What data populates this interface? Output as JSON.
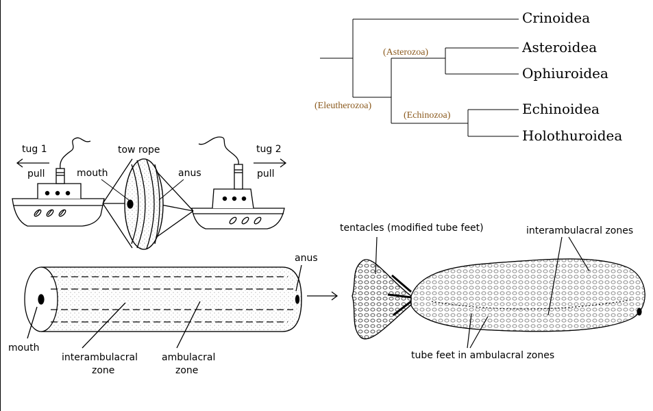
{
  "phylogeny": {
    "taxa": [
      "Crinoidea",
      "Asteroidea",
      "Ophiuroidea",
      "Echinoidea",
      "Holothuroidea"
    ],
    "clades": {
      "eleutherozoa": "(Eleutherozoa)",
      "asterozoa": "(Asterozoa)",
      "echinozoa": "(Echinozoa)"
    },
    "clade_color": "#8b5a1e"
  },
  "tugboat_diagram": {
    "tug1": "tug 1",
    "tug2": "tug 2",
    "pull_left": "pull",
    "pull_right": "pull",
    "tow_rope": "tow rope",
    "mouth": "mouth",
    "anus": "anus"
  },
  "cylinder_diagram": {
    "anus": "anus",
    "mouth": "mouth",
    "interambulacral_line1": "interambulacral",
    "interambulacral_line2": "zone",
    "ambulacral_line1": "ambulacral",
    "ambulacral_line2": "zone"
  },
  "sea_cucumber": {
    "tentacles": "tentacles (modified tube feet)",
    "interambulacral_zones": "interambulacral zones",
    "tube_feet": "tube feet in ambulacral zones"
  }
}
